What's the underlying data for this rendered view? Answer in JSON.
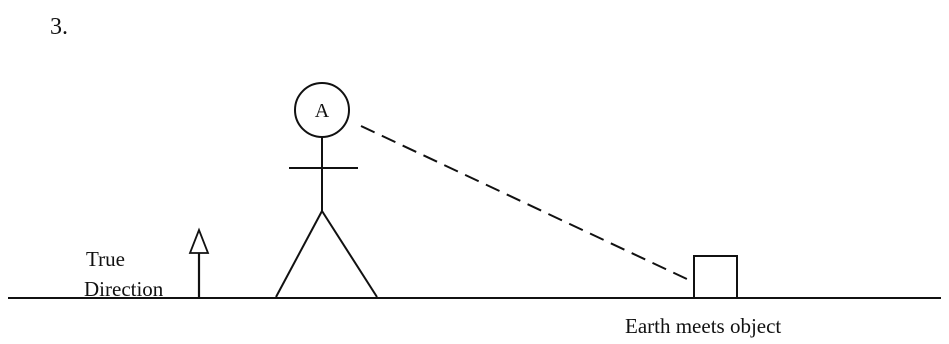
{
  "problem_number": "3.",
  "figure_label": "A",
  "true_direction": {
    "line1": "True",
    "line2": "Direction"
  },
  "ground_caption": "Earth meets object",
  "colors": {
    "ink": "#111111",
    "background": "#ffffff"
  },
  "icons": {
    "up_arrow": "up-arrow-icon"
  }
}
